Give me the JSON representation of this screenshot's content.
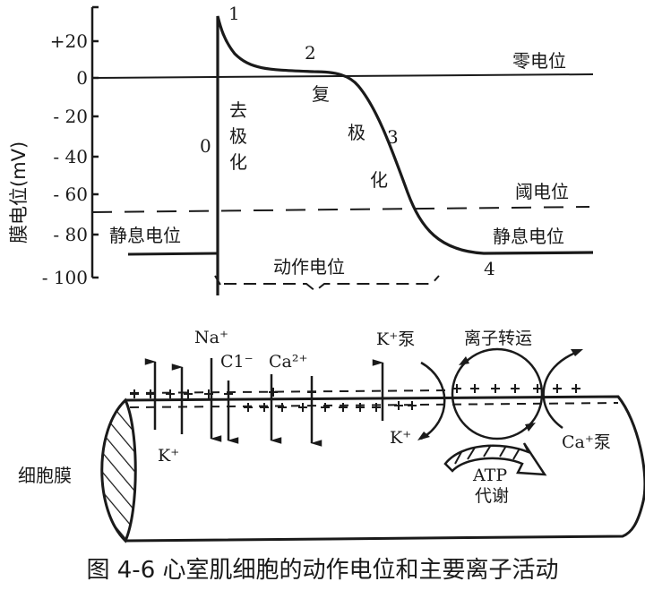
{
  "chart": {
    "y_axis": {
      "label": "膜电位(mV)",
      "ticks": [
        "+20",
        "0",
        "- 20",
        "- 40",
        "- 60",
        "- 80",
        "- 100"
      ]
    },
    "phases": [
      "0",
      "1",
      "2",
      "3",
      "4"
    ],
    "labels": {
      "zero_potential": "零电位",
      "threshold_potential": "阈电位",
      "resting_left": "静息电位",
      "resting_right": "静息电位",
      "depolarization": [
        "去",
        "极",
        "化"
      ],
      "repolarization": [
        "复",
        "极",
        "化"
      ],
      "action_potential": "动作电位"
    }
  },
  "chart_data": {
    "type": "line",
    "title": "心室肌细胞的动作电位",
    "ylabel": "膜电位(mV)",
    "ylim": [
      -100,
      30
    ],
    "yticks": [
      20,
      0,
      -20,
      -40,
      -60,
      -80,
      -100
    ],
    "series": [
      {
        "name": "action potential",
        "points": [
          {
            "phase": "rest",
            "mV": -90
          },
          {
            "phase": "0",
            "mV": 30
          },
          {
            "phase": "1",
            "mV": 5
          },
          {
            "phase": "2",
            "mV": 0
          },
          {
            "phase": "3",
            "mV": -70
          },
          {
            "phase": "4",
            "mV": -90
          }
        ]
      }
    ],
    "reference_lines": {
      "zero_potential": 0,
      "threshold_potential": -70,
      "resting_potential": -90
    }
  },
  "membrane": {
    "cell_membrane_label": "细胞膜",
    "ions": {
      "na": "Na⁺",
      "cl": "C1⁻",
      "ca": "Ca²⁺",
      "k_left": "K⁺",
      "k_pump": "K⁺泵",
      "k_right": "K⁺",
      "ca_pump": "Ca⁺泵"
    },
    "ion_transport": "离子转运",
    "atp": "ATP",
    "metabolism": "代谢"
  },
  "caption": "图 4-6    心室肌细胞的动作电位和主要离子活动"
}
